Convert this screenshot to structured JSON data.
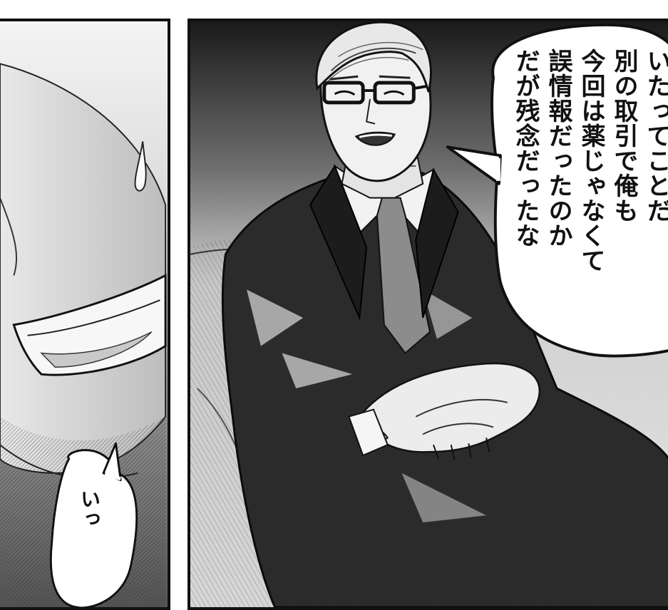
{
  "speech_bubbles": {
    "right_panel": {
      "lines": [
        "だが残念だったな",
        "誤情報だったのか",
        "今回は薬じゃなくて",
        "別の取引で俺も",
        "いたってことだ"
      ]
    },
    "left_panel": {
      "text": "いっ"
    }
  },
  "colors": {
    "ink": "#111111",
    "paper": "#ffffff",
    "screentone_dark": "#3a3a3a",
    "screentone_mid": "#8a8a8a"
  }
}
